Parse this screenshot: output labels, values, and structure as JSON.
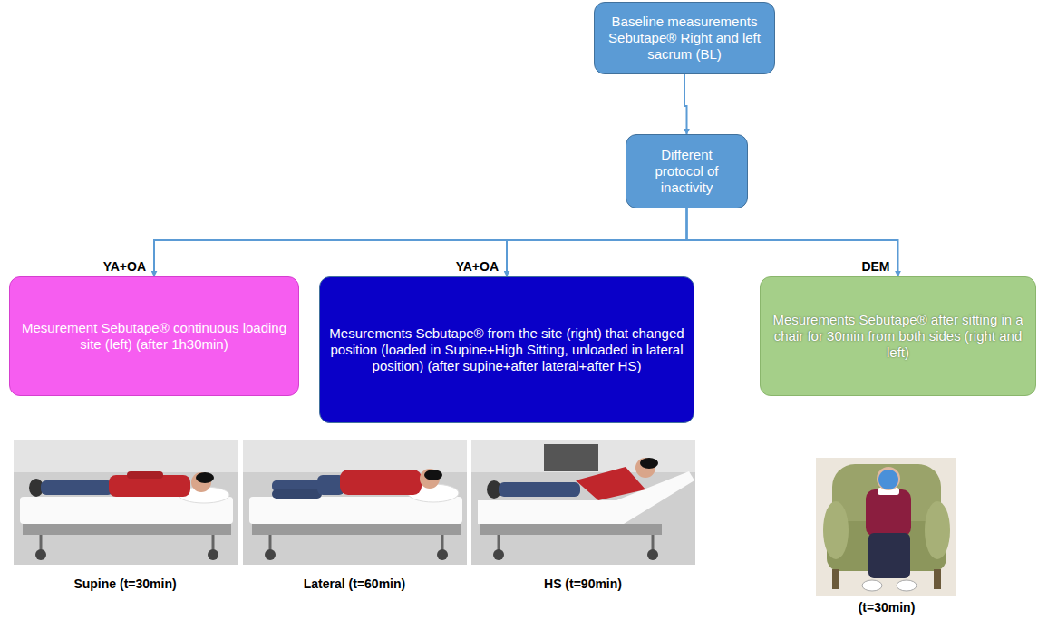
{
  "diagram": {
    "nodes": [
      {
        "text": [
          "Baseline measurements Sebutape® Right and left sacrum (BL)"
        ]
      },
      {
        "text": [
          "Different protocol of inactivity"
        ]
      },
      {
        "text": [
          "Mesurement Sebutape® continuous loading site (left) (after 1h30min)"
        ]
      },
      {
        "text": [
          "Mesurements Sebutape® from the site (right) that changed position (loaded in Supine+High Sitting, unloaded in lateral position) (after supine+after lateral+after HS)"
        ]
      },
      {
        "text": [
          "Mesurements Sebutape® after sitting in a chair for 30min from both sides (right and left)"
        ]
      }
    ],
    "edges": [
      {
        "from": 0,
        "to": 1,
        "arrow": "to"
      },
      {
        "from": 1,
        "to": 2,
        "label": "YA+OA",
        "arrow": "to"
      },
      {
        "from": 1,
        "to": 3,
        "label": "YA+OA",
        "arrow": "to"
      },
      {
        "from": 1,
        "to": 4,
        "label": "DEM",
        "arrow": "to"
      }
    ],
    "labels": [
      "Supine (t=30min)",
      "Lateral (t=60min)",
      "HS (t=90min)",
      "(t=30min)"
    ]
  }
}
